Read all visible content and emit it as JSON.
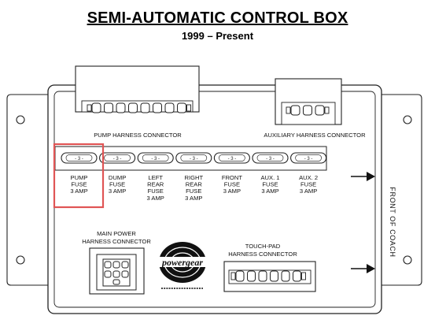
{
  "header": {
    "title": "SEMI-AUTOMATIC CONTROL BOX",
    "subtitle": "1999 – Present"
  },
  "connectors": {
    "pump_harness": "PUMP HARNESS CONNECTOR",
    "auxiliary_harness": "AUXILIARY HARNESS CONNECTOR",
    "main_power": [
      "MAIN POWER",
      "HARNESS CONNECTOR"
    ],
    "touch_pad": [
      "TOUCH-PAD",
      "HARNESS CONNECTOR"
    ]
  },
  "fuse_marking": "- 3 -",
  "fuses": [
    {
      "lines": [
        "PUMP",
        "FUSE",
        "3 AMP"
      ],
      "highlighted": true
    },
    {
      "lines": [
        "DUMP",
        "FUSE",
        "3 AMP"
      ],
      "highlighted": false
    },
    {
      "lines": [
        "LEFT",
        "REAR",
        "FUSE",
        "3 AMP"
      ],
      "highlighted": false
    },
    {
      "lines": [
        "RIGHT",
        "REAR",
        "FUSE",
        "3 AMP"
      ],
      "highlighted": false
    },
    {
      "lines": [
        "FRONT",
        "FUSE",
        "3 AMP"
      ],
      "highlighted": false
    },
    {
      "lines": [
        "AUX. 1",
        "FUSE",
        "3 AMP"
      ],
      "highlighted": false
    },
    {
      "lines": [
        "AUX. 2",
        "FUSE",
        "3 AMP"
      ],
      "highlighted": false
    }
  ],
  "orientation_label": "FRONT OF COACH",
  "logo": {
    "text": "powergear"
  },
  "colors": {
    "highlight": "#e05555",
    "outline": "#222222"
  }
}
